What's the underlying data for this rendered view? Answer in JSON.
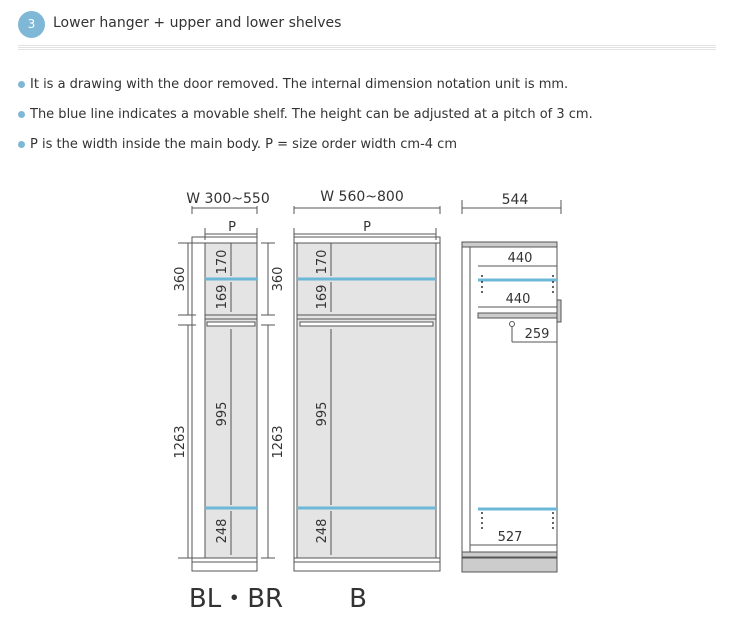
{
  "header": {
    "step_number": "3",
    "title": "Lower hanger + upper and lower shelves"
  },
  "notes": [
    "It is a drawing with the door removed. The internal dimension notation unit is mm.",
    "The blue line indicates a movable shelf. The height can be adjusted at a pitch of 3 cm.",
    "P is the width inside the main body. P = size order width cm-4 cm"
  ],
  "labels": {
    "narrow_width": "W 300~550",
    "wide_width": "W 560~800",
    "inner_width": "P",
    "depth": "544",
    "upper_height": "360",
    "lower_height": "1263",
    "dim_170": "170",
    "dim_169": "169",
    "dim_995": "995",
    "dim_248": "248",
    "shelf_depth": "440",
    "rod_depth": "259",
    "bottom_depth": "527",
    "model_narrow": "BL・BR",
    "model_wide": "B"
  },
  "colors": {
    "accent": "#7fb7d6",
    "shelf_blue": "#6cb8d8",
    "panel_fill": "#e4e4e4",
    "line": "#555555"
  }
}
